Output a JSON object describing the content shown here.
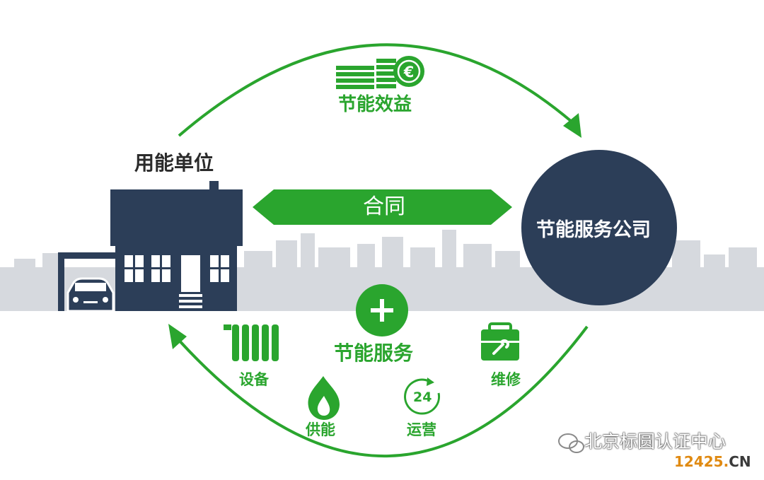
{
  "nodes": {
    "client": "用能单位",
    "esco": "节能服务公司"
  },
  "flows": {
    "benefit": "节能效益",
    "contract": "合同",
    "service": "节能服务"
  },
  "services": [
    {
      "label": "设备",
      "icon": "radiator-icon"
    },
    {
      "label": "供能",
      "icon": "flame-icon"
    },
    {
      "label": "运营",
      "icon": "clock-24-icon",
      "badge": "24"
    },
    {
      "label": "维修",
      "icon": "toolbox-icon"
    }
  ],
  "watermark": {
    "account": "北京标圆认证中心",
    "site_num": "12425",
    "site_dot": ".",
    "site_tld": "CN"
  },
  "colors": {
    "green": "#2aa52e",
    "navy": "#2c3e58",
    "skyline": "#d4d7dc"
  }
}
